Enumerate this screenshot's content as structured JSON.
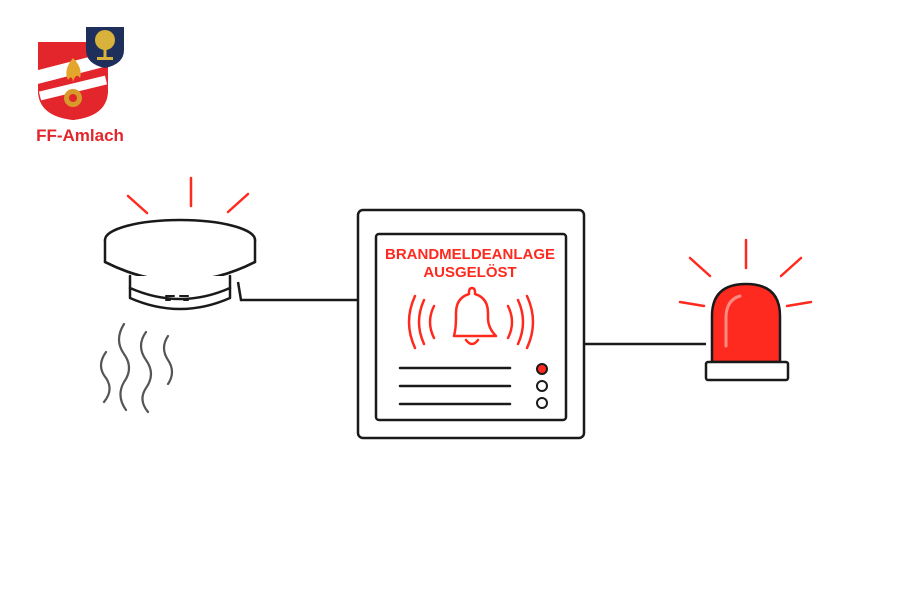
{
  "logo": {
    "org_name": "FF-Amlach",
    "icon": "fire-brigade-emblem-icon",
    "crest_icon": "municipal-crest-tree-icon"
  },
  "panel": {
    "title": "BRANDMELDEANLAGE\nAUSGELÖST",
    "bell_icon": "alarm-bell-icon"
  },
  "components": [
    "smoke-detector-icon",
    "fire-alarm-panel",
    "warning-beacon-icon"
  ],
  "colors": {
    "alert_red": "#ff2a1f",
    "logo_red": "#e3262b",
    "line": "#1a1a1a",
    "crest_blue": "#1f2f5c",
    "crest_gold": "#d8b23a"
  }
}
